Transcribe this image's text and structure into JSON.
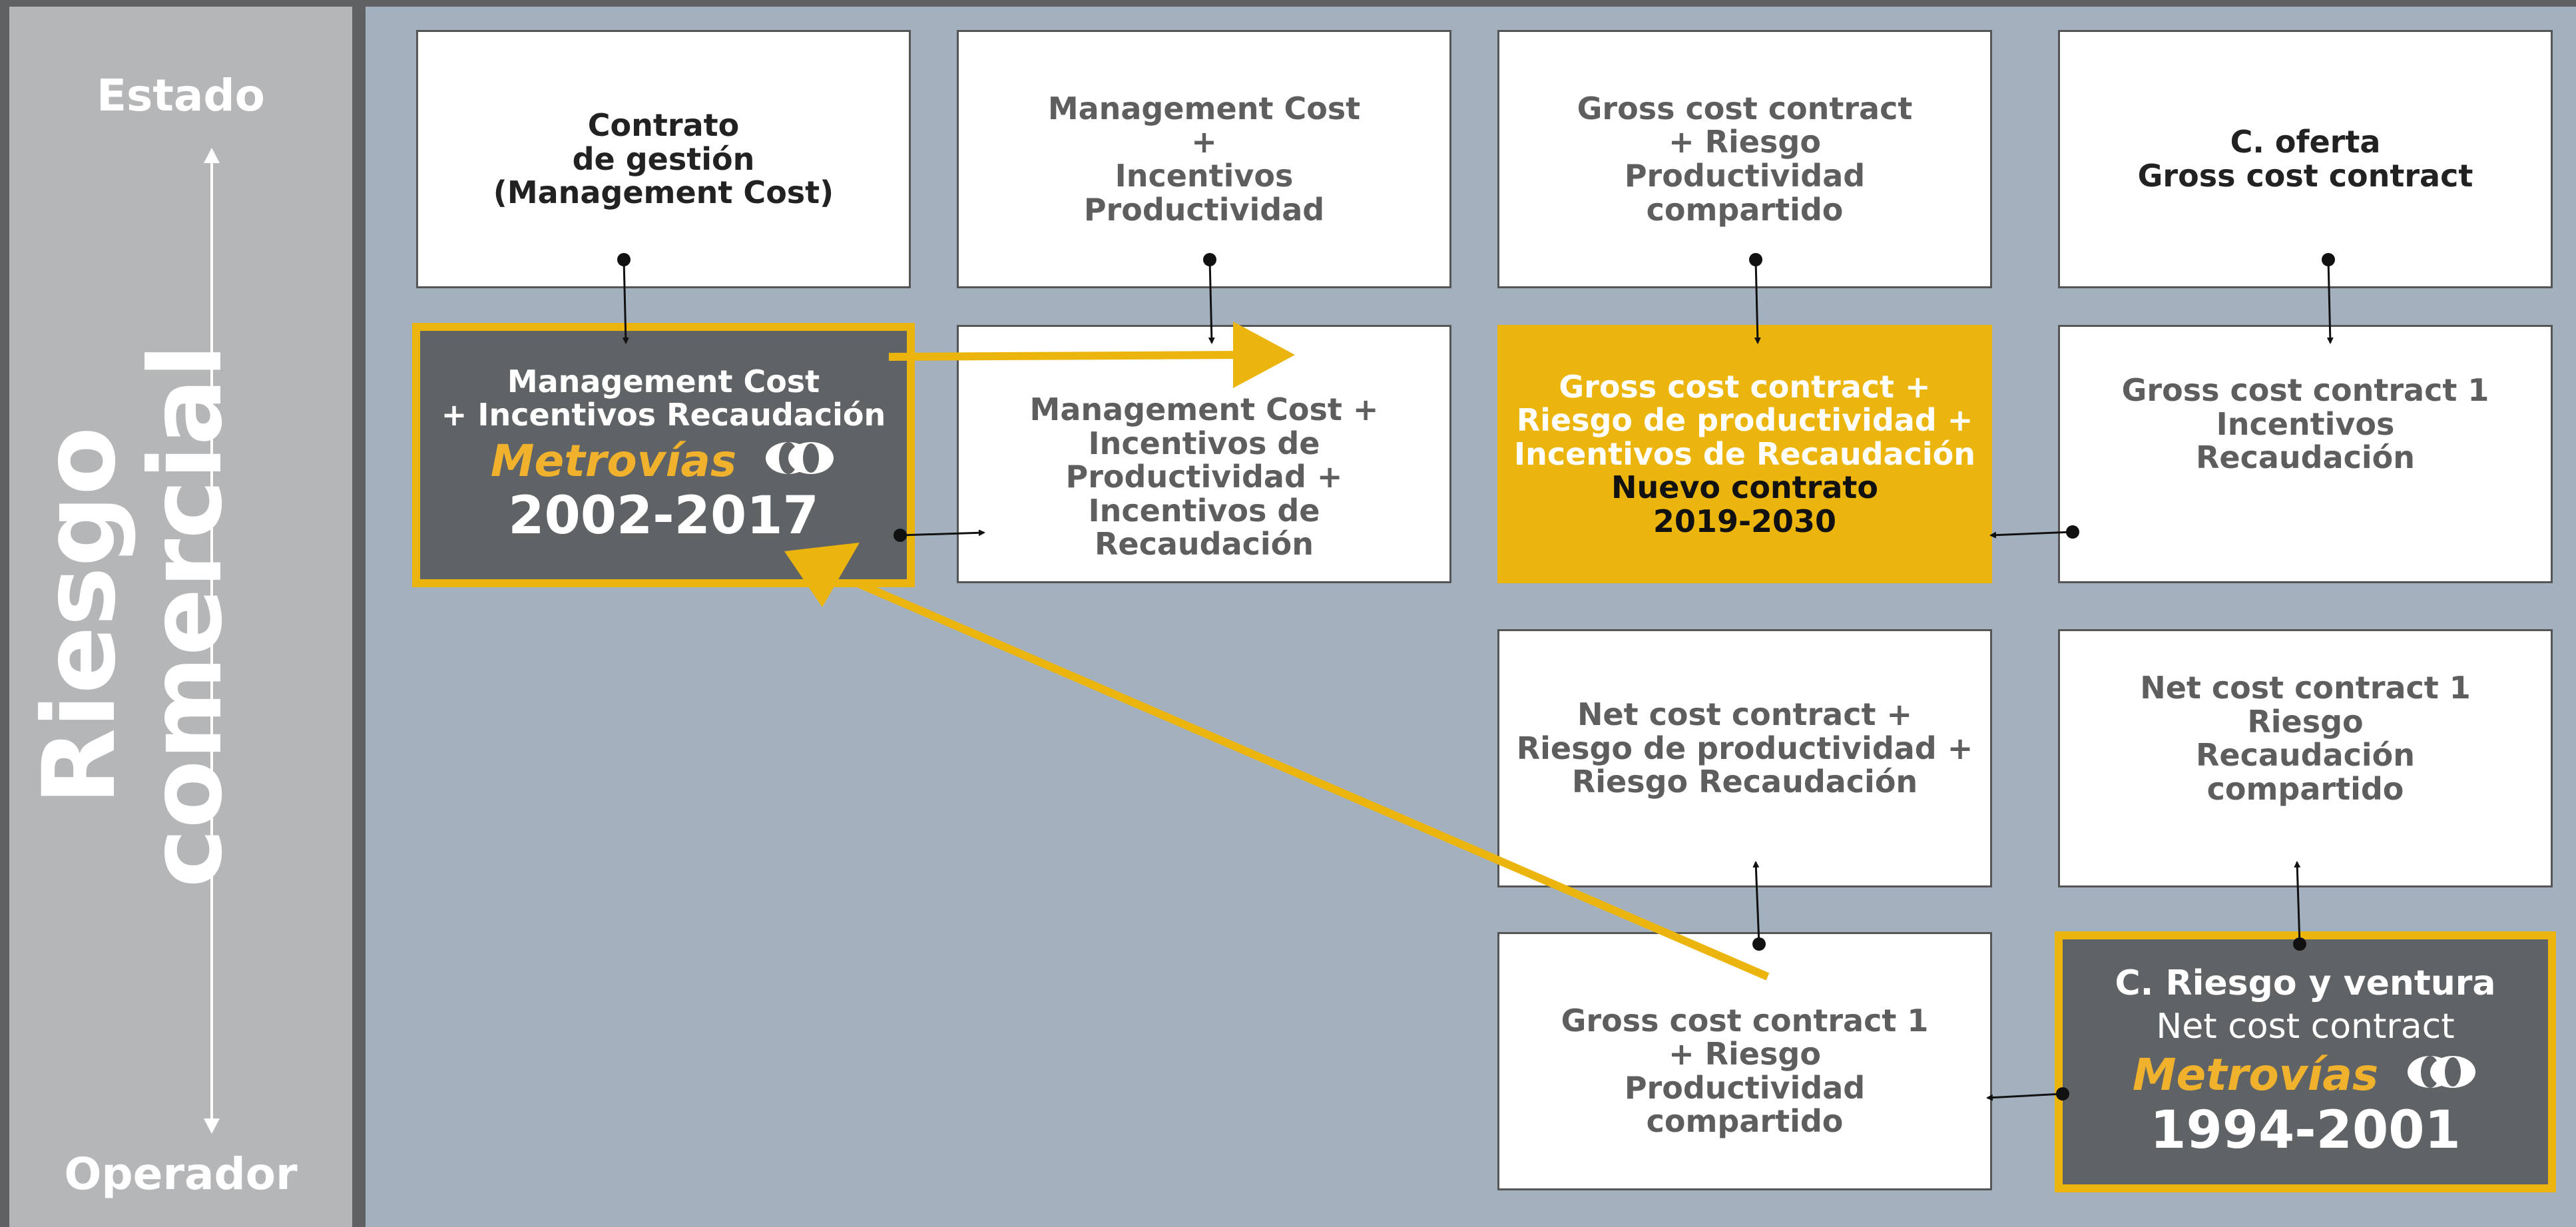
{
  "axis": {
    "top_label": "Estado",
    "bottom_label": "Operador",
    "vertical_label": "Riesgo comercial"
  },
  "boxes": {
    "r1c1": {
      "lines": [
        "Contrato",
        "de gestión",
        "(Management Cost)"
      ]
    },
    "r1c2": {
      "lines": [
        "Management Cost",
        "+",
        "Incentivos",
        "Productividad"
      ]
    },
    "r1c3": {
      "lines": [
        "Gross cost contract",
        "+ Riesgo",
        "Productividad",
        "compartido"
      ]
    },
    "r1c4": {
      "lines": [
        "C. oferta",
        "Gross cost contract"
      ]
    },
    "r2c1": {
      "lines": [
        "Management Cost",
        "+ Incentivos Recaudación"
      ],
      "brand": "Metrovías",
      "years": "2002-2017"
    },
    "r2c2": {
      "lines": [
        "Management Cost +",
        "Incentivos de",
        "Productividad +",
        "Incentivos de",
        "Recaudación"
      ]
    },
    "r2c3": {
      "lines": [
        "Gross cost contract +",
        "Riesgo de productividad +",
        "Incentivos de Recaudación"
      ],
      "highlight_lines": [
        "Nuevo contrato",
        "2019-2030"
      ]
    },
    "r2c4": {
      "lines": [
        "Gross cost contract 1",
        "Incentivos",
        "Recaudación"
      ]
    },
    "r3c3": {
      "lines": [
        "Net cost contract +",
        "Riesgo de productividad +",
        "Riesgo Recaudación"
      ]
    },
    "r3c4": {
      "lines": [
        "Net cost contract 1",
        "Riesgo",
        "Recaudación",
        "compartido"
      ]
    },
    "r4c3": {
      "lines": [
        "Gross cost contract 1",
        "+ Riesgo",
        "Productividad",
        "compartido"
      ]
    },
    "r4c4": {
      "lines": [
        "C. Riesgo y ventura",
        "Net cost contract"
      ],
      "brand": "Metrovías",
      "years": "1994-2001"
    }
  },
  "colors": {
    "accent": "#ecb50e",
    "dark_box": "#606366",
    "main_bg": "#a3b1bf",
    "sidebar_bg": "#b5b6b8"
  },
  "icons": [
    "metrovias-logo-icon"
  ]
}
